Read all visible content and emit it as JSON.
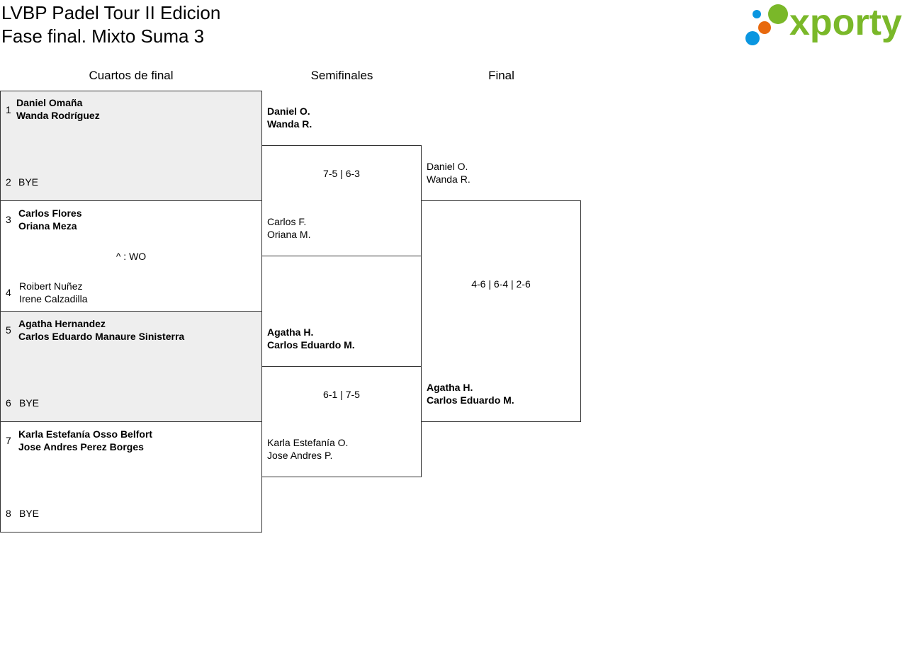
{
  "title": {
    "line1": "LVBP Padel Tour II Edicion",
    "line2": "Fase final. Mixto Suma 3"
  },
  "logo": {
    "text": "xporty",
    "colors": {
      "green": "#7ab829",
      "blue": "#0a96e0",
      "orange": "#e8690e"
    }
  },
  "rounds": [
    "Cuartos de final",
    "Semifinales",
    "Final"
  ],
  "quarterfinals": [
    {
      "seed_a": "1",
      "player_a1": "Daniel Omaña",
      "player_a2": "Wanda Rodríguez",
      "seed_b": "2",
      "player_b1": "BYE",
      "player_b2": "",
      "result": ""
    },
    {
      "seed_a": "3",
      "player_a1": "Carlos Flores",
      "player_a2": "Oriana Meza",
      "seed_b": "4",
      "player_b1": "Roibert Nuñez",
      "player_b2": "Irene Calzadilla",
      "result": "^ : WO"
    },
    {
      "seed_a": "5",
      "player_a1": "Agatha Hernandez",
      "player_a2": "Carlos Eduardo Manaure Sinisterra",
      "seed_b": "6",
      "player_b1": "BYE",
      "player_b2": "",
      "result": ""
    },
    {
      "seed_a": "7",
      "player_a1": "Karla Estefanía Osso Belfort",
      "player_a2": "Jose Andres Perez Borges",
      "seed_b": "8",
      "player_b1": "BYE",
      "player_b2": "",
      "result": ""
    }
  ],
  "semifinals": [
    {
      "team_a1": "Daniel O.",
      "team_a2": "Wanda R.",
      "score": "7-5 | 6-3",
      "team_b1": "Carlos F.",
      "team_b2": "Oriana M."
    },
    {
      "team_a1": "Agatha H.",
      "team_a2": "Carlos Eduardo M.",
      "score": "6-1 | 7-5",
      "team_b1": "Karla Estefanía O.",
      "team_b2": "Jose Andres P."
    }
  ],
  "final": {
    "team_a1": "Daniel O.",
    "team_a2": "Wanda R.",
    "score": "4-6 | 6-4 | 2-6",
    "team_b1": "Agatha H.",
    "team_b2": "Carlos Eduardo M."
  }
}
